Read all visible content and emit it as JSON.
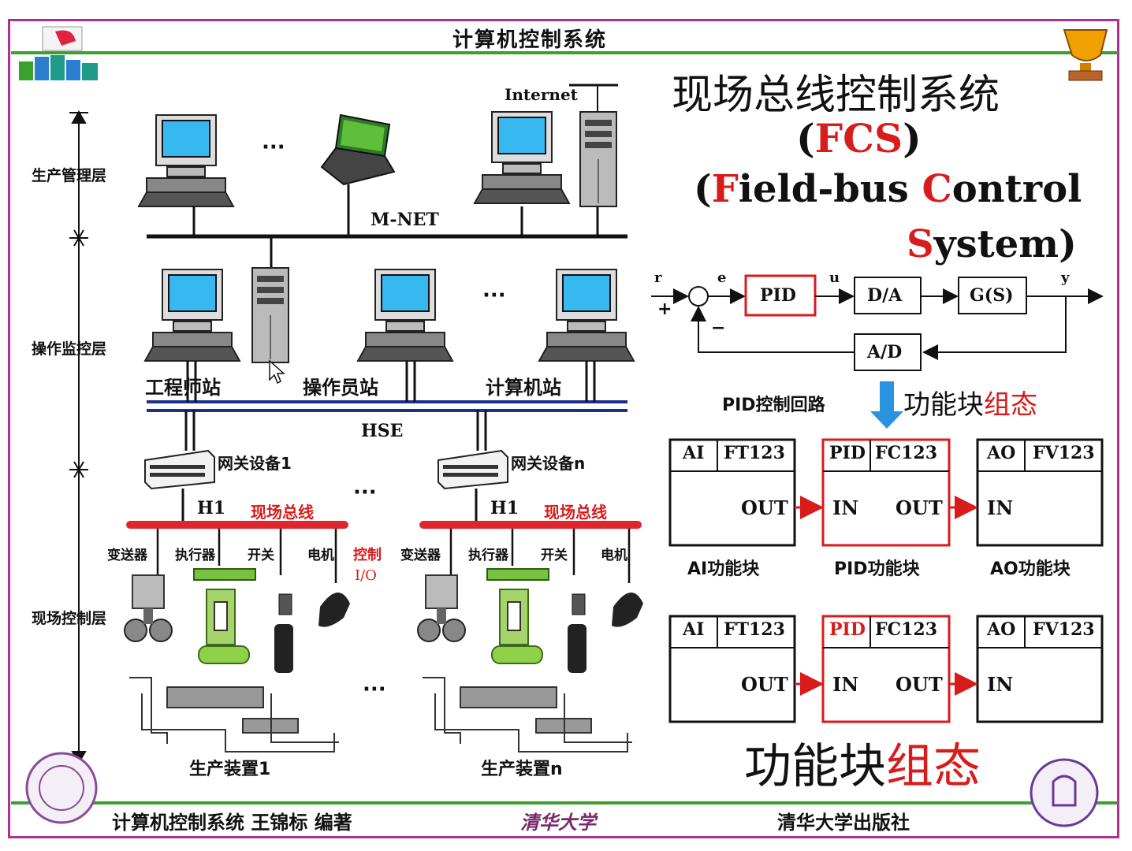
{
  "header": {
    "title": "计算机控制系统"
  },
  "main_title": {
    "chinese": "现场总线控制系统",
    "abbr_open": "(",
    "abbr": "FCS",
    "abbr_close": ")",
    "en_open": "(",
    "en_f": "F",
    "en_ield": "ield-bus ",
    "en_c": "C",
    "en_ontrol": "ontrol",
    "en_s": "S",
    "en_ystem": "ystem",
    "en_close": ")"
  },
  "levels": {
    "production_management": "生产管理层",
    "operation_monitoring": "操作监控层",
    "field_control": "现场控制层"
  },
  "network": {
    "internet": "Internet",
    "mnet": "M-NET",
    "hse": "HSE",
    "h1": "H1",
    "fieldbus": "现场总线",
    "ellipsis": "···"
  },
  "stations": {
    "engineering": "工程师站",
    "operator": "操作员站",
    "computer": "计算机站"
  },
  "gateways": {
    "gateway_1": "网关设备1",
    "gateway_n": "网关设备n"
  },
  "field_devices": {
    "device_1": "变送器",
    "device_2": "执行器",
    "device_3": "开关",
    "device_4": "电机",
    "control_label": "控制",
    "io_label": "I/O"
  },
  "plants": {
    "plant_1": "生产装置1",
    "plant_n": "生产装置n"
  },
  "loop": {
    "r": "r",
    "e": "e",
    "u": "u",
    "y": "y",
    "plus": "+",
    "minus": "−",
    "pid": "PID",
    "da": "D/A",
    "gs": "G(S)",
    "ad": "A/D",
    "caption": "PID控制回路",
    "config_prefix": "功能块",
    "config_suffix": "组态"
  },
  "blocks": [
    {
      "type": "AI",
      "tag": "FT123",
      "out": "OUT",
      "caption": "AI功能块"
    },
    {
      "type": "PID",
      "tag": "FC123",
      "in": "IN",
      "out": "OUT",
      "caption": "PID功能块"
    },
    {
      "type": "AO",
      "tag": "FV123",
      "in": "IN",
      "caption": "AO功能块"
    }
  ],
  "bottom_title": {
    "prefix": "功能块",
    "suffix": "组态"
  },
  "footer": {
    "left": "计算机控制系统   王锦标 编著",
    "center": "清华大学",
    "right": "清华大学出版社"
  },
  "colors": {
    "accent_red": "#d81b1b",
    "line_green": "#3aa12c",
    "frame_purple": "#b0308f",
    "hse_blue": "#1c2f86"
  }
}
